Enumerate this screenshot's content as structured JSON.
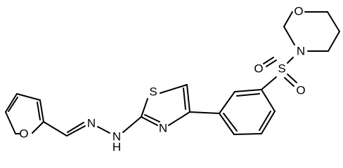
{
  "structure": {
    "atom_labels": {
      "furan_o": "O",
      "hydrazone_n1": "N",
      "hydrazone_n2": "N",
      "amine_h": "H",
      "thiazole_s": "S",
      "thiazole_n": "N",
      "sulfonyl_s": "S",
      "sulfonyl_o_top": "O",
      "sulfonyl_o_bottom": "O",
      "morpholine_n": "N",
      "morpholine_o": "O"
    }
  }
}
